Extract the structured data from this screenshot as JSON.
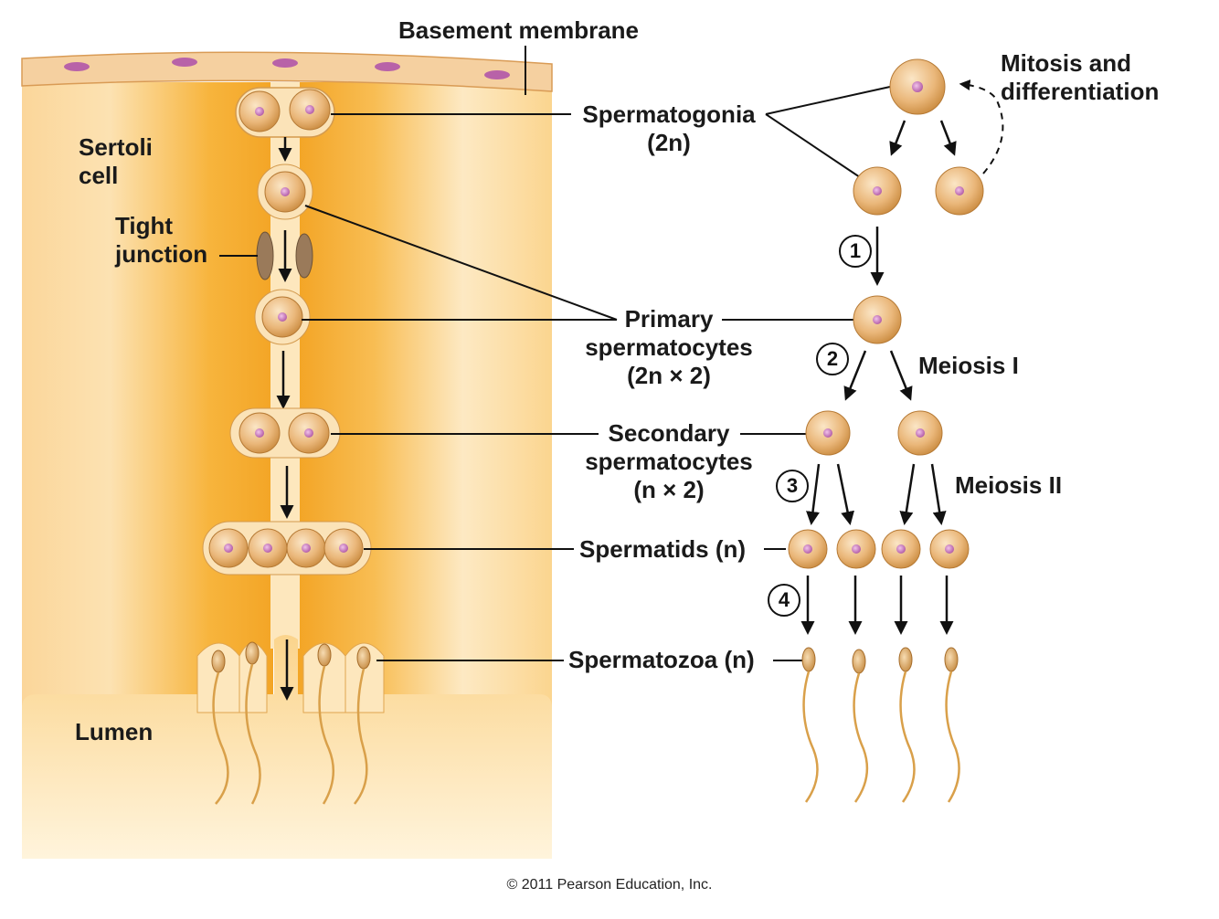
{
  "labels": {
    "basement_membrane": "Basement membrane",
    "sertoli_line1": "Sertoli",
    "sertoli_line2": "cell",
    "tight_line1": "Tight",
    "tight_line2": "junction",
    "lumen": "Lumen",
    "spermatogonia_line1": "Spermatogonia",
    "spermatogonia_line2": "(2n)",
    "primary_line1": "Primary",
    "primary_line2": "spermatocytes",
    "primary_line3": "(2n × 2)",
    "secondary_line1": "Secondary",
    "secondary_line2": "spermatocytes",
    "secondary_line3": "(n × 2)",
    "spermatids": "Spermatids (n)",
    "spermatozoa": "Spermatozoa (n)",
    "mitosis_line1": "Mitosis and",
    "mitosis_line2": "differentiation",
    "meiosis1": "Meiosis I",
    "meiosis2": "Meiosis II"
  },
  "steps": [
    "1",
    "2",
    "3",
    "4"
  ],
  "copyright": "© 2011 Pearson Education, Inc.",
  "colors": {
    "sertoli": "#f7b23a",
    "sertoli_light": "#fde8b8",
    "cell": "#e6a85a",
    "nucleus": "#c76fb6",
    "membrane": "#f6d5a6",
    "junction": "#9a7a5a"
  }
}
